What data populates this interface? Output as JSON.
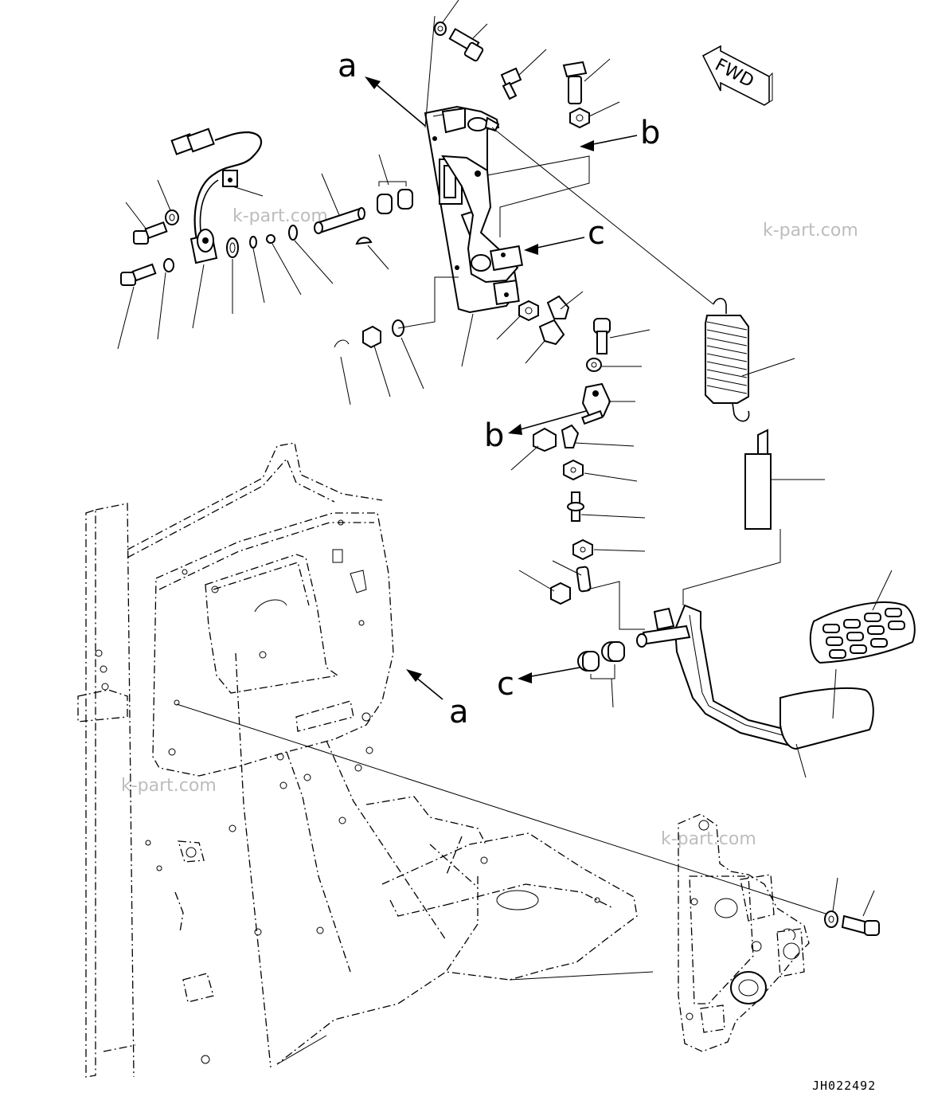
{
  "diagram": {
    "callouts": {
      "a_top": "a",
      "a_bottom": "a",
      "b_right": "b",
      "b_left": "b",
      "c_right": "c",
      "c_left": "c"
    },
    "direction_label": "FWD",
    "watermarks": [
      "k-part.com",
      "k-part.com",
      "k-part.com",
      "k-part.com"
    ],
    "drawing_code": "JH022492"
  }
}
